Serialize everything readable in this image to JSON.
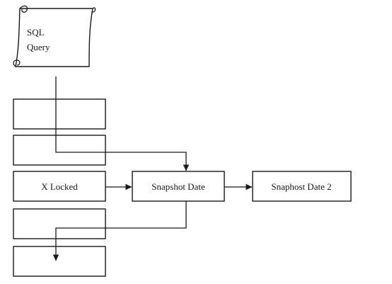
{
  "scroll": {
    "line1": "SQL",
    "line2": "Query"
  },
  "nodes": {
    "x_locked": "X Locked",
    "snapshot_date": "Snapshot Date",
    "snapshot_date_2": "Snaphost Date 2"
  },
  "colors": {
    "ink": "#1a1a1a",
    "background": "#ffffff"
  }
}
